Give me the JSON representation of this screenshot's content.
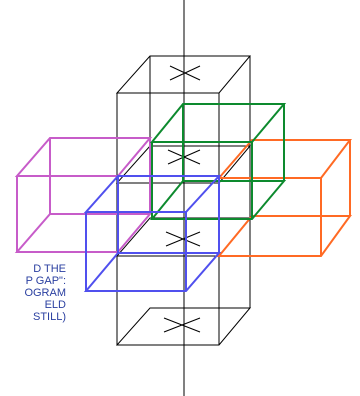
{
  "diagram": {
    "annotation": [
      "D THE",
      "P GAP\":",
      "OGRAM",
      "ELD",
      "STILL)"
    ],
    "colors": {
      "axis": "#000000",
      "center_prism": "#000000",
      "green_cube": "#0d8a2e",
      "magenta_cube": "#c75cc9",
      "orange_cube": "#ff6a24",
      "blue_cube": "#5050ee",
      "annotation_text": "#2a3fa0"
    }
  }
}
